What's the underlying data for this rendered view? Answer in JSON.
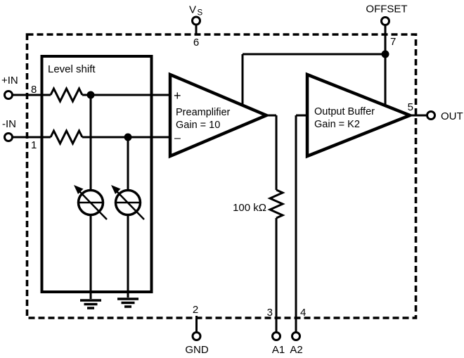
{
  "colors": {
    "line": "#000000",
    "background": "#ffffff"
  },
  "pins": {
    "in_pos": {
      "label": "+IN",
      "number": "8"
    },
    "in_neg": {
      "label": "-IN",
      "number": "1"
    },
    "vs": {
      "label_main": "V",
      "label_sub": "S",
      "number": "6"
    },
    "offset": {
      "label": "OFFSET",
      "number": "7"
    },
    "out": {
      "label": "OUT",
      "number": "5"
    },
    "gnd": {
      "label": "GND",
      "number": "2"
    },
    "a1": {
      "label": "A1",
      "number": "3"
    },
    "a2": {
      "label": "A2",
      "number": "4"
    }
  },
  "blocks": {
    "level_shift": {
      "label": "Level shift"
    },
    "preamp": {
      "plus": "+",
      "minus": "–",
      "line1": "Preamplifier",
      "line2": "Gain = 10"
    },
    "output_buffer": {
      "line1": "Output Buffer",
      "line2": "Gain = K2"
    },
    "resistor_100k": {
      "label": "100 kΩ"
    }
  }
}
